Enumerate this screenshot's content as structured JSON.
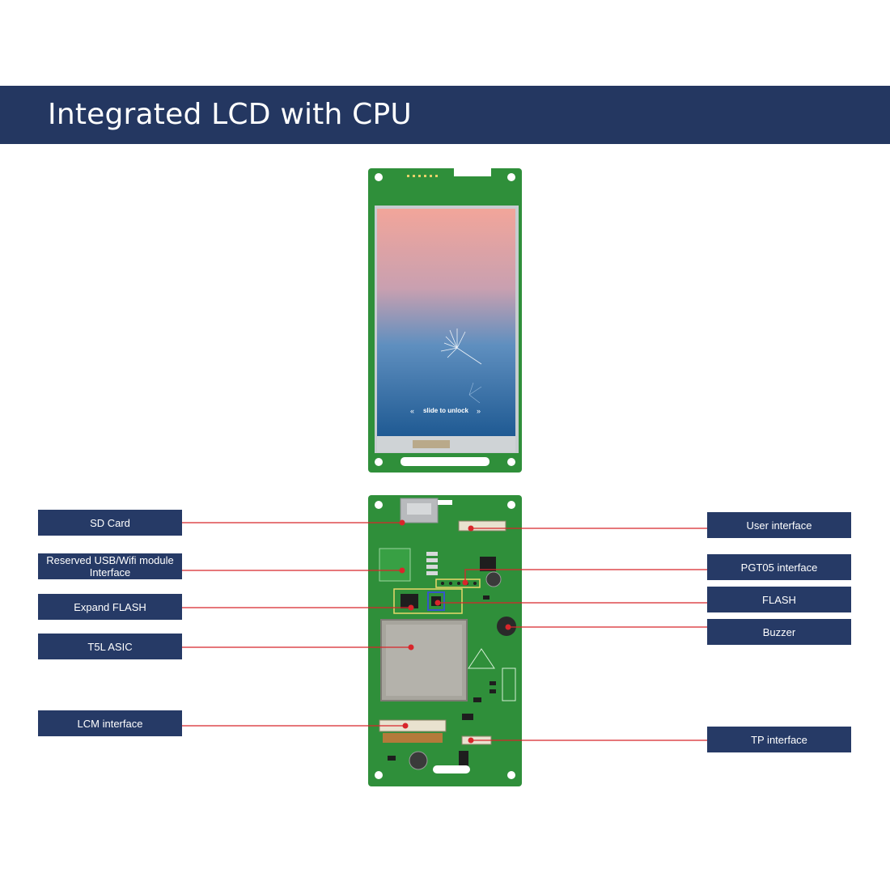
{
  "banner": {
    "title": "Integrated LCD with CPU"
  },
  "lcd": {
    "slide_text": "slide to unlock"
  },
  "labels_left": {
    "sd_card": "SD Card",
    "usb_wifi_line1": "Reserved USB/Wifi module",
    "usb_wifi_line2": "Interface",
    "expand_flash": "Expand FLASH",
    "t5l_asic": "T5L ASIC",
    "lcm_interface": "LCM interface"
  },
  "labels_right": {
    "user_interface": "User interface",
    "pgt05_interface": "PGT05 interface",
    "flash": "FLASH",
    "buzzer": "Buzzer",
    "tp_interface": "TP interface"
  },
  "colors": {
    "banner": "#243761",
    "label_bg": "#263a66",
    "leader_line": "#d8262b",
    "pcb_green": "#2f8f3a"
  }
}
